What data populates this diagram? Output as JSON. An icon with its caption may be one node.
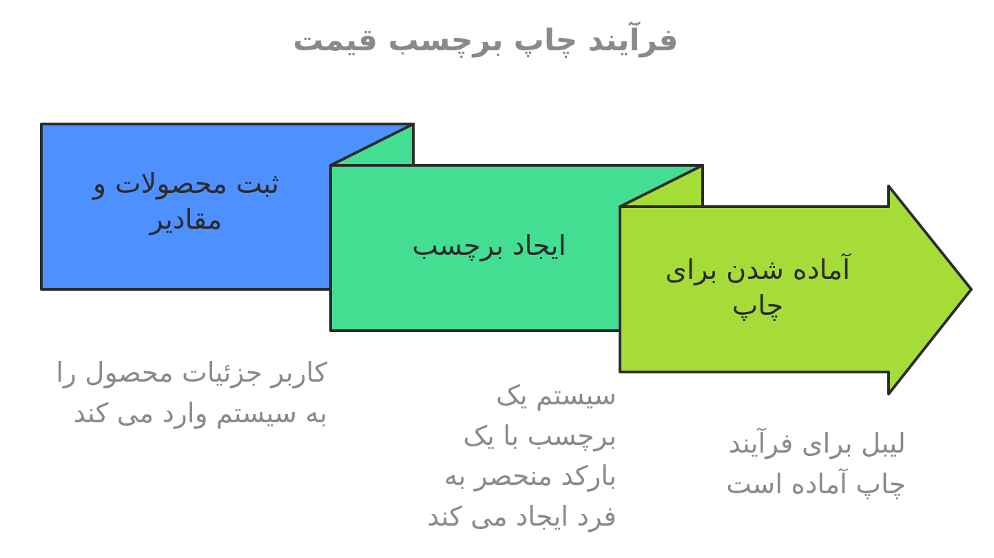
{
  "diagram": {
    "title": "فرآیند چاپ برچسب قیمت",
    "nodes": [
      {
        "text": [
          "ثبت محصولات و مقادیر"
        ]
      },
      {
        "text": [
          "ایجاد برچسب"
        ]
      },
      {
        "text": [
          "آماده شدن برای چاپ"
        ]
      }
    ],
    "labels": [
      "کاربر جزئیات محصول را به سیستم وارد می کند",
      "سیستم یک برچسب با یک بارکد منحصر به فرد ایجاد می کند",
      "لیبل برای فرآیند چاپ آماده است"
    ]
  }
}
